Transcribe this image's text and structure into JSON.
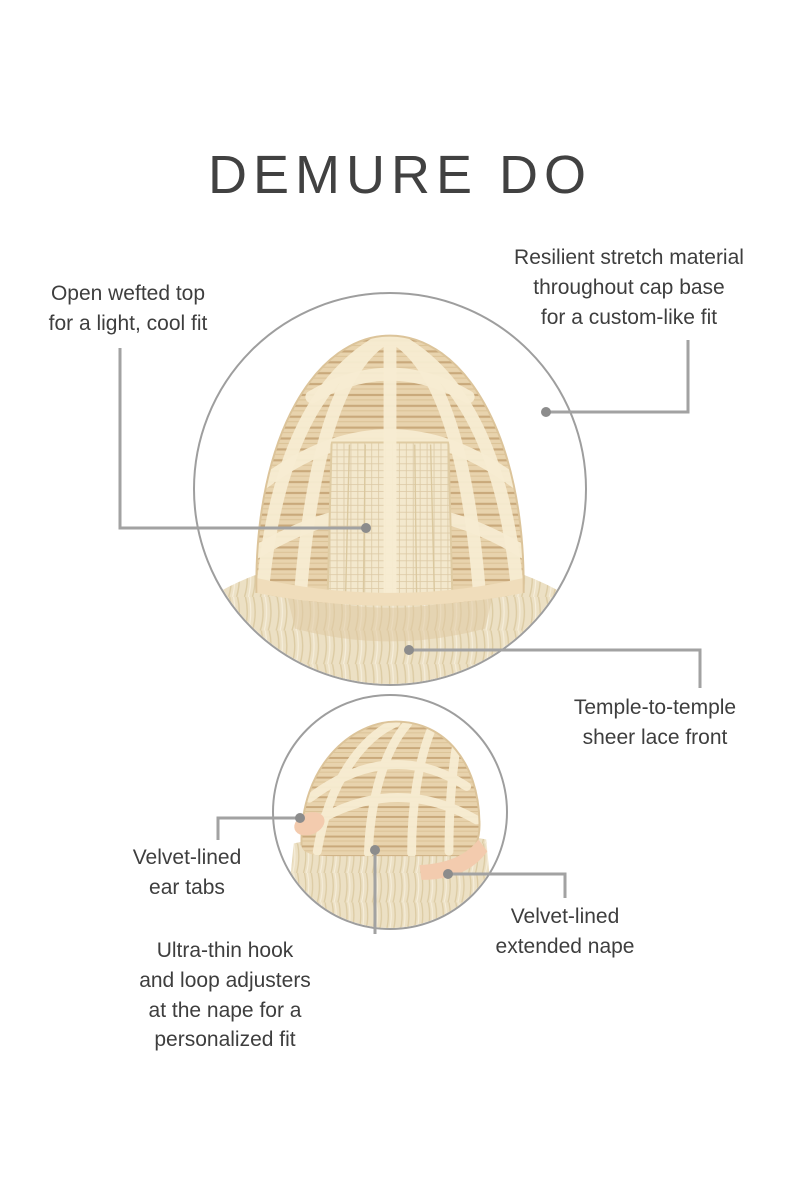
{
  "page": {
    "title": "DEMURE DO",
    "background": "#ffffff"
  },
  "colors": {
    "text": "#3e3e3e",
    "title": "#414141",
    "callout_line": "#a2a2a2",
    "callout_dot": "#8c8c8c",
    "circle_border": "#9e9e9e",
    "cap_base": "#e8d3ad",
    "cap_weft": "#c9a97b",
    "stretch_band": "#f7ecd2",
    "lace_panel": "#f3e8cd",
    "hair": "#ece0c4",
    "velvet_trim": "#f3cbae"
  },
  "callouts": [
    {
      "id": "open-wefted-top",
      "text": "Open wefted top\nfor a light, cool fit"
    },
    {
      "id": "resilient-stretch",
      "text": "Resilient stretch material\nthroughout cap base\nfor a custom-like fit"
    },
    {
      "id": "temple-lace-front",
      "text": "Temple-to-temple\nsheer lace front"
    },
    {
      "id": "ear-tabs",
      "text": "Velvet-lined\near tabs"
    },
    {
      "id": "hook-loop-adjusters",
      "text": "Ultra-thin hook\nand loop adjusters\nat the nape for a\npersonalized fit"
    },
    {
      "id": "extended-nape",
      "text": "Velvet-lined\nextended nape"
    }
  ]
}
